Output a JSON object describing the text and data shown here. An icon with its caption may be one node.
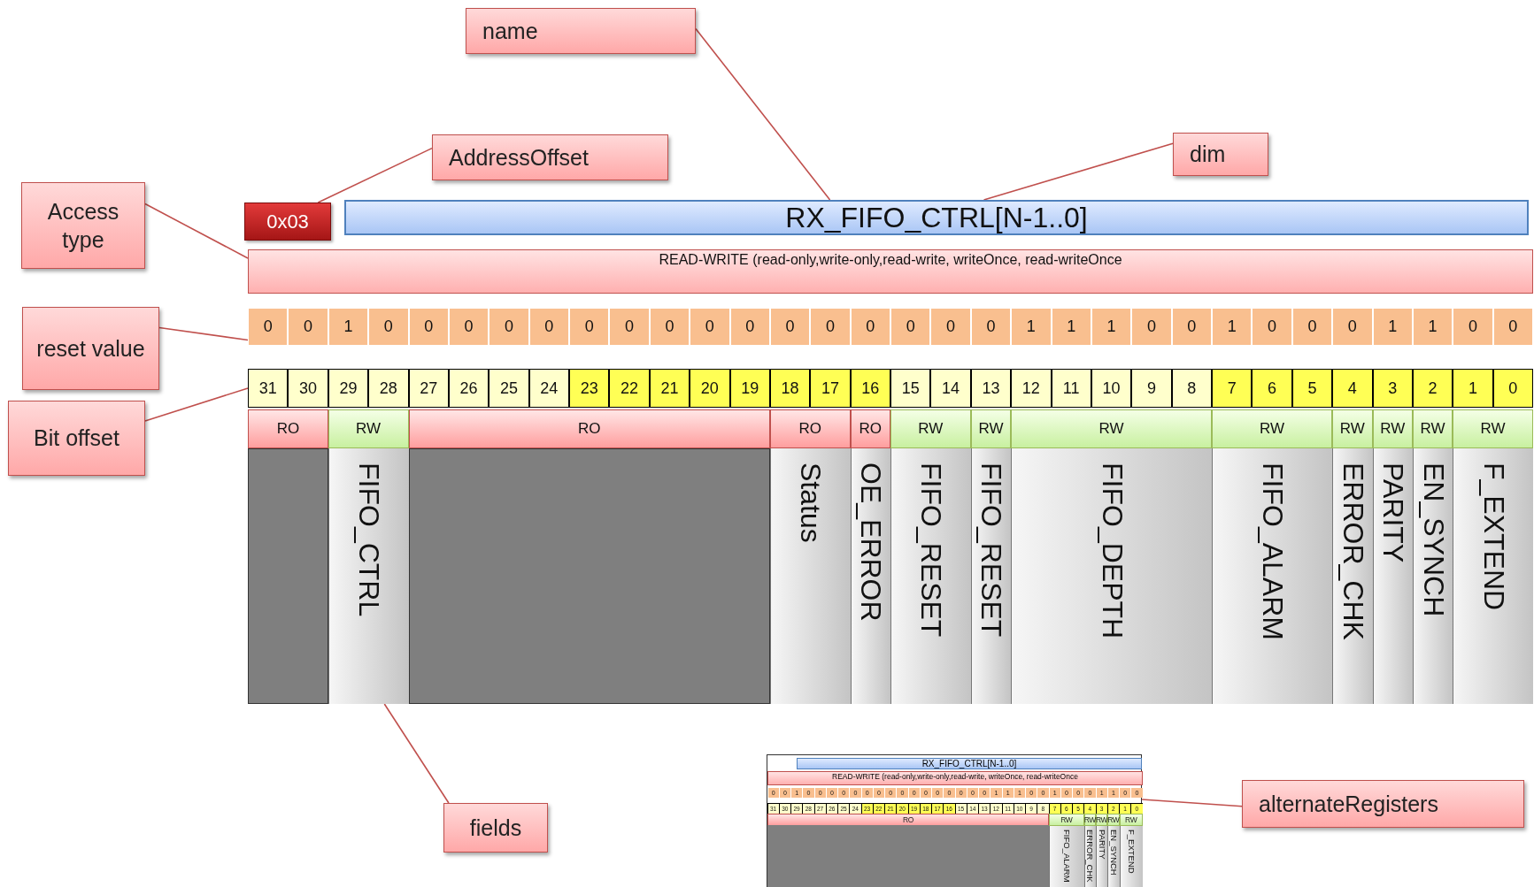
{
  "diagram": {
    "nodes": [
      {
        "text": [
          "name"
        ]
      },
      {
        "text": [
          "AddressOffset"
        ]
      },
      {
        "text": [
          "dim"
        ]
      },
      {
        "text": [
          "Access type"
        ]
      },
      {
        "text": [
          "0x03"
        ]
      },
      {
        "text": [
          "RX_FIFO_CTRL[N-1..0]"
        ]
      },
      {
        "text": [
          "READ-WRITE (read-only,write-only,read-write, writeOnce, read-writeOnce"
        ]
      },
      {
        "text": [
          "reset value"
        ]
      },
      {
        "text": [],
        "shape": "bar"
      },
      {
        "text": [
          "Bit offset"
        ]
      },
      {
        "text": [],
        "shape": "bar"
      },
      {
        "text": [],
        "shape": "box"
      },
      {
        "text": [
          "FIFO_CTRL"
        ]
      },
      {
        "text": [],
        "shape": "box"
      },
      {
        "text": [
          "Status"
        ]
      },
      {
        "text": [
          "OE_ERROR"
        ]
      },
      {
        "text": [
          "FIFO_RESET"
        ]
      },
      {
        "text": [
          "FIFO_RESET"
        ]
      },
      {
        "text": [
          "FIFO_DEPTH"
        ]
      },
      {
        "text": [
          "FIFO_ALARM"
        ]
      },
      {
        "text": [
          "ERROR_CHK"
        ]
      },
      {
        "text": [
          "PARITY"
        ]
      },
      {
        "text": [
          "EN_SYNCH"
        ]
      },
      {
        "text": [
          "F_EXTEND"
        ]
      },
      {
        "text": [
          "fields"
        ]
      },
      {
        "text": [],
        "shape": "box"
      },
      {
        "text": [
          "alternateRegisters"
        ]
      }
    ],
    "edges": [
      {
        "from": 0,
        "to": 5,
        "arrow": "none"
      },
      {
        "from": 1,
        "to": 4,
        "arrow": "none"
      },
      {
        "from": 2,
        "to": 5,
        "arrow": "none"
      },
      {
        "from": 3,
        "to": 6,
        "arrow": "none"
      },
      {
        "from": 7,
        "to": 8,
        "arrow": "none"
      },
      {
        "from": 9,
        "to": 10,
        "arrow": "none"
      },
      {
        "from": 24,
        "to": 12,
        "arrow": "none"
      },
      {
        "from": 26,
        "to": 25,
        "arrow": "none"
      }
    ],
    "labels": [
      "0",
      "0",
      "1",
      "0",
      "0",
      "0",
      "0",
      "0",
      "0",
      "0",
      "0",
      "0",
      "0",
      "0",
      "0",
      "0",
      "0",
      "0",
      "0",
      "1",
      "1",
      "1",
      "0",
      "0",
      "1",
      "0",
      "0",
      "0",
      "1",
      "1",
      "0",
      "0",
      "31",
      "30",
      "29",
      "28",
      "27",
      "26",
      "25",
      "24",
      "23",
      "22",
      "21",
      "20",
      "19",
      "18",
      "17",
      "16",
      "15",
      "14",
      "13",
      "12",
      "11",
      "10",
      "9",
      "8",
      "7",
      "6",
      "5",
      "4",
      "3",
      "2",
      "1",
      "0",
      "RO",
      "RW",
      "RO",
      "RO",
      "RO",
      "RW",
      "RW",
      "RW",
      "RW",
      "RW",
      "RW",
      "RW",
      "RW",
      "RX_FIFO_CTRL[N-1..0]",
      "READ-WRITE (read-only,write-only,read-write, writeOnce, read-writeOnce",
      "0",
      "0",
      "1",
      "0",
      "0",
      "0",
      "0",
      "0",
      "0",
      "0",
      "0",
      "0",
      "0",
      "0",
      "0",
      "0",
      "0",
      "0",
      "0",
      "1",
      "1",
      "1",
      "0",
      "0",
      "1",
      "0",
      "0",
      "0",
      "1",
      "1",
      "0",
      "0",
      "31",
      "30",
      "29",
      "28",
      "27",
      "26",
      "25",
      "24",
      "23",
      "22",
      "21",
      "20",
      "19",
      "18",
      "17",
      "16",
      "15",
      "14",
      "13",
      "12",
      "11",
      "10",
      "9",
      "8",
      "7",
      "6",
      "5",
      "4",
      "3",
      "2",
      "1",
      "0",
      "RO",
      "RW",
      "RW",
      "RW",
      "RW",
      "RW",
      "FIFO_ALARM",
      "ERROR_CHK",
      "PARITY",
      "EN_SYNCH",
      "F_EXTEND"
    ]
  }
}
